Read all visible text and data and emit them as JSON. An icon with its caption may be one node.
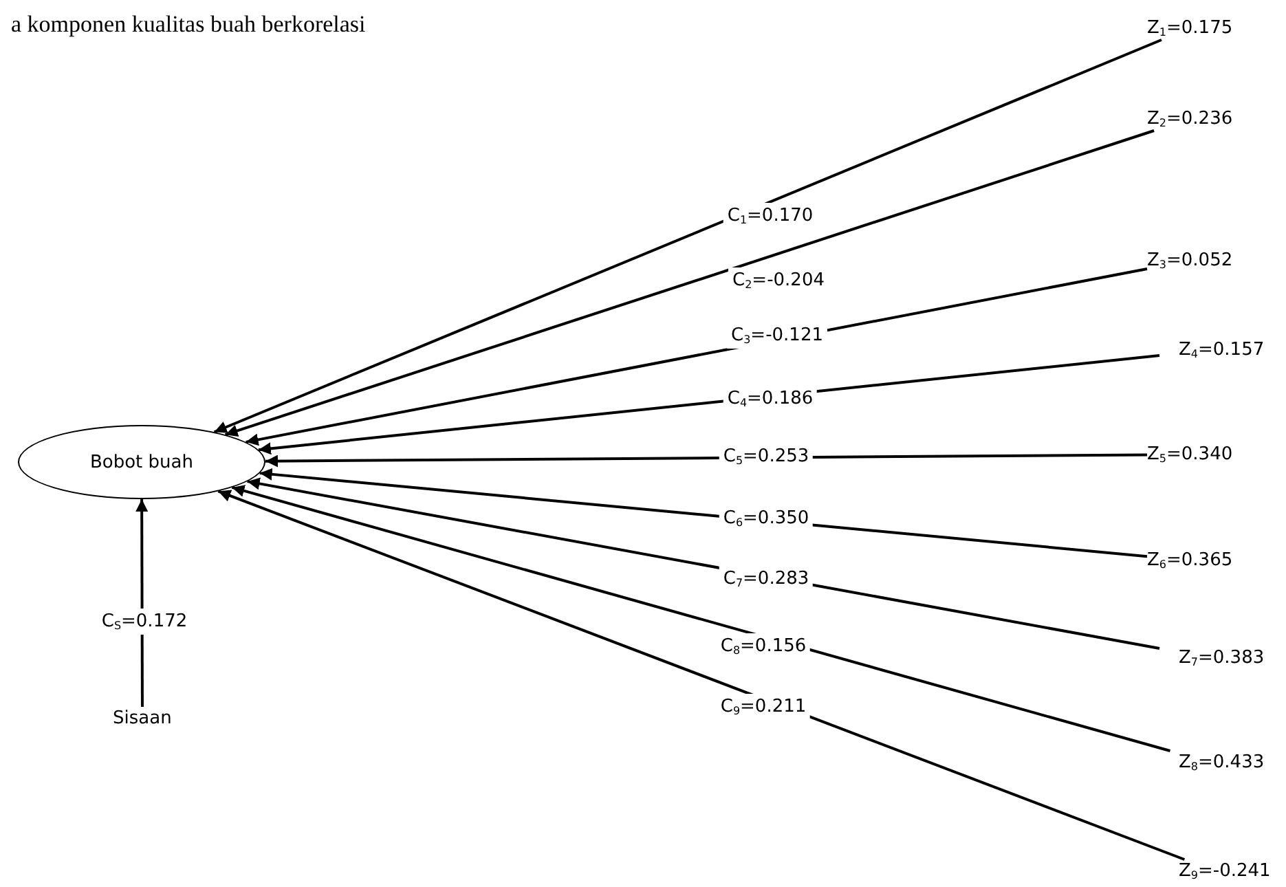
{
  "diagram": {
    "title": "a komponen kualitas buah berkorelasi",
    "nodes": [
      {
        "text": [
          "Bobot buah"
        ]
      },
      {
        "text": [
          "Z$_{1}$=0.175"
        ]
      },
      {
        "text": [
          "Z$_{2}$=0.236"
        ]
      },
      {
        "text": [
          "Z$_{3}$=0.052"
        ]
      },
      {
        "text": [
          "Z$_{4}$=0.157"
        ]
      },
      {
        "text": [
          "Z$_{5}$=0.340"
        ]
      },
      {
        "text": [
          "Z$_{6}$=0.365"
        ]
      },
      {
        "text": [
          "Z$_{7}$=0.383"
        ]
      },
      {
        "text": [
          "Z$_{8}$=0.433"
        ]
      },
      {
        "text": [
          "Z$_{9}$=-0.241"
        ]
      },
      {
        "text": [
          "Sisaan"
        ]
      }
    ],
    "edges": [
      {
        "from": 1,
        "to": 0,
        "arrow": "to",
        "label": "C$_{1}$=0.170"
      },
      {
        "from": 2,
        "to": 0,
        "arrow": "to",
        "label": "C$_{2}$=-0.204"
      },
      {
        "from": 3,
        "to": 0,
        "arrow": "to",
        "label": "C$_{3}$=-0.121"
      },
      {
        "from": 4,
        "to": 0,
        "arrow": "to",
        "label": "C$_{4}$=0.186"
      },
      {
        "from": 5,
        "to": 0,
        "arrow": "to",
        "label": "C$_{5}$=0.253"
      },
      {
        "from": 6,
        "to": 0,
        "arrow": "to",
        "label": "C$_{6}$=0.350"
      },
      {
        "from": 7,
        "to": 0,
        "arrow": "to",
        "label": "C$_{7}$=0.283"
      },
      {
        "from": 8,
        "to": 0,
        "arrow": "to",
        "label": "C$_{8}$=0.156"
      },
      {
        "from": 9,
        "to": 0,
        "arrow": "to",
        "label": "C$_{9}$=0.211"
      },
      {
        "from": 10,
        "to": 0,
        "arrow": "to",
        "label": "C$_{S}$=0.172"
      }
    ]
  }
}
